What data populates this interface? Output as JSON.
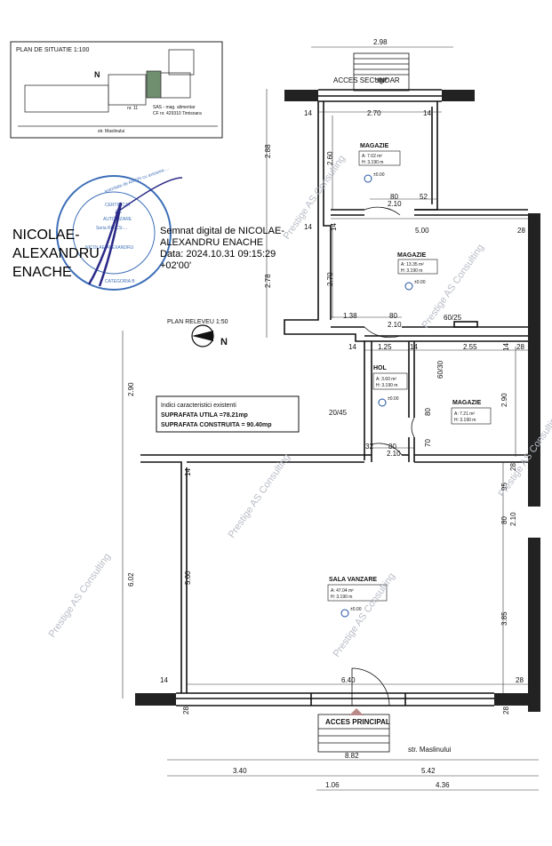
{
  "site_plan": {
    "title": "PLAN DE SITUATIE 1:100",
    "north": "N",
    "lot_label": "nr. 11",
    "legend": [
      "SAS - mag. alimentar",
      "CF nr. 429310 Timisoara"
    ],
    "street": "str. Maslinului"
  },
  "stamp": {
    "lines": [
      "CERTIFICAT",
      "DE",
      "AUTORIZARE",
      "Seria RO-CS-..."
    ],
    "ring": "autoritate de ANCPI cu avizarea ...",
    "name": "NICOLAE-ALEXANDRU",
    "category": "CATEGORIA B"
  },
  "signature": {
    "name_lines": [
      "NICOLAE-",
      "ALEXANDRU",
      "ENACHE"
    ],
    "text_lines": [
      "Semnat digital de NICOLAE-",
      "ALEXANDRU ENACHE",
      "Data: 2024.10.31 09:15:29",
      "+02'00'"
    ]
  },
  "plan": {
    "title": "PLAN RELEVEU 1:50",
    "north": "N",
    "secondary_access": "ACCES SECUNDAR",
    "main_access": "ACCES PRINCIPAL",
    "street": "str. Maslinului",
    "watermark": "Prestige AS Consulting"
  },
  "indices": {
    "title": "Indici caracteristici existenti",
    "useful_area": "SUPRAFATA UTILA =78.21mp",
    "built_area": "SUPRAFATA CONSTRUITA = 90.40mp"
  },
  "rooms": [
    {
      "name": "MAGAZIE",
      "area": "A: 7.02 m²",
      "height": "H: 3.190 m",
      "level": "±0.00"
    },
    {
      "name": "MAGAZIE",
      "area": "A: 13.35 m²",
      "height": "H: 3.190 m",
      "level": "±0.00"
    },
    {
      "name": "HOL",
      "area": "A: 3.60 m²",
      "height": "H: 3.190 m",
      "level": "±0.00"
    },
    {
      "name": "MAGAZIE",
      "area": "A: 7.21 m²",
      "height": "H: 3.190 m",
      "level": ""
    },
    {
      "name": "SALA VANZARE",
      "area": "A: 47.04 m²",
      "height": "H: 3.190 m",
      "level": "±0.00"
    }
  ],
  "dimensions": {
    "top_access": "2.98",
    "d14a": "14",
    "d270a": "2.70",
    "d14b": "14",
    "d288": "2.88",
    "d260": "2.60",
    "d80a": "80",
    "d52": "52",
    "d210a": "2.10",
    "d14c": "14",
    "d14d": "14",
    "d500": "5.00",
    "d28a": "28",
    "d270b": "2.70",
    "d278": "2.78",
    "d138": "1.38",
    "d80b": "80",
    "d210b": "2.10",
    "d6025": "60/25",
    "d14e": "14",
    "d125": "1.25",
    "d14f": "14",
    "d255": "2.55",
    "d28b": "28",
    "d6030": "60/30",
    "d290a": "2.90",
    "d14g": "14",
    "d290b": "2.90",
    "d2045": "20/45",
    "d80c": "80",
    "d70": "70",
    "d32": "32",
    "d80d": "80",
    "d210c": "2.10",
    "d14h": "14",
    "d95": "95",
    "d80e": "80",
    "d210d": "2.10",
    "d28c": "28",
    "d602": "6.02",
    "d560": "5.60",
    "d385": "3.85",
    "d14i": "14",
    "d640": "6.40",
    "d28d": "28",
    "d28e": "28",
    "d28f": "28",
    "d882": "8.82",
    "d340": "3.40",
    "d542": "5.42",
    "d106": "1.06",
    "d436": "4.36"
  }
}
